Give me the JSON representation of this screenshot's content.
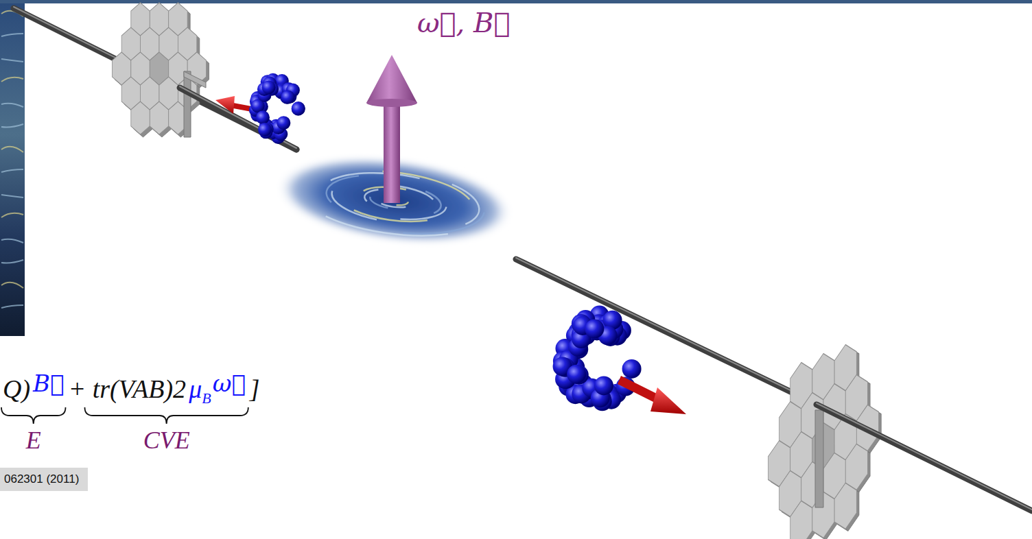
{
  "diagram": {
    "nodes": [
      {
        "text": [
          "062301 (2011)"
        ]
      }
    ],
    "labels": [
      "ω⃗, B⃗",
      "Q)",
      "B⃗",
      "+ tr(VAB)2",
      "μ",
      "B",
      "ω⃗",
      "]",
      "E",
      "CVE"
    ]
  }
}
